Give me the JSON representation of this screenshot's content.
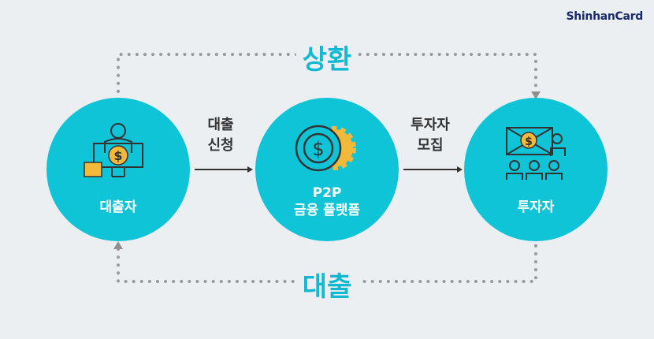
{
  "logo": "ShinhanCard",
  "top_label": "상환",
  "bottom_label": "대출",
  "nodes": [
    {
      "label": "대출자",
      "icon": "borrower-icon"
    },
    {
      "line1": "P2P",
      "line2": "금융 플랫폼",
      "icon": "coin-gear-icon"
    },
    {
      "label": "투자자",
      "icon": "investors-icon"
    }
  ],
  "steps": [
    {
      "line1": "대출",
      "line2": "신청"
    },
    {
      "line1": "투자자",
      "line2": "모집"
    }
  ],
  "colors": {
    "circle": "#10c4d8",
    "accent": "#12b9d2",
    "icon_yellow": "#f5b93a",
    "dots": "#9a9a9a",
    "logo": "#1b2a6b"
  }
}
